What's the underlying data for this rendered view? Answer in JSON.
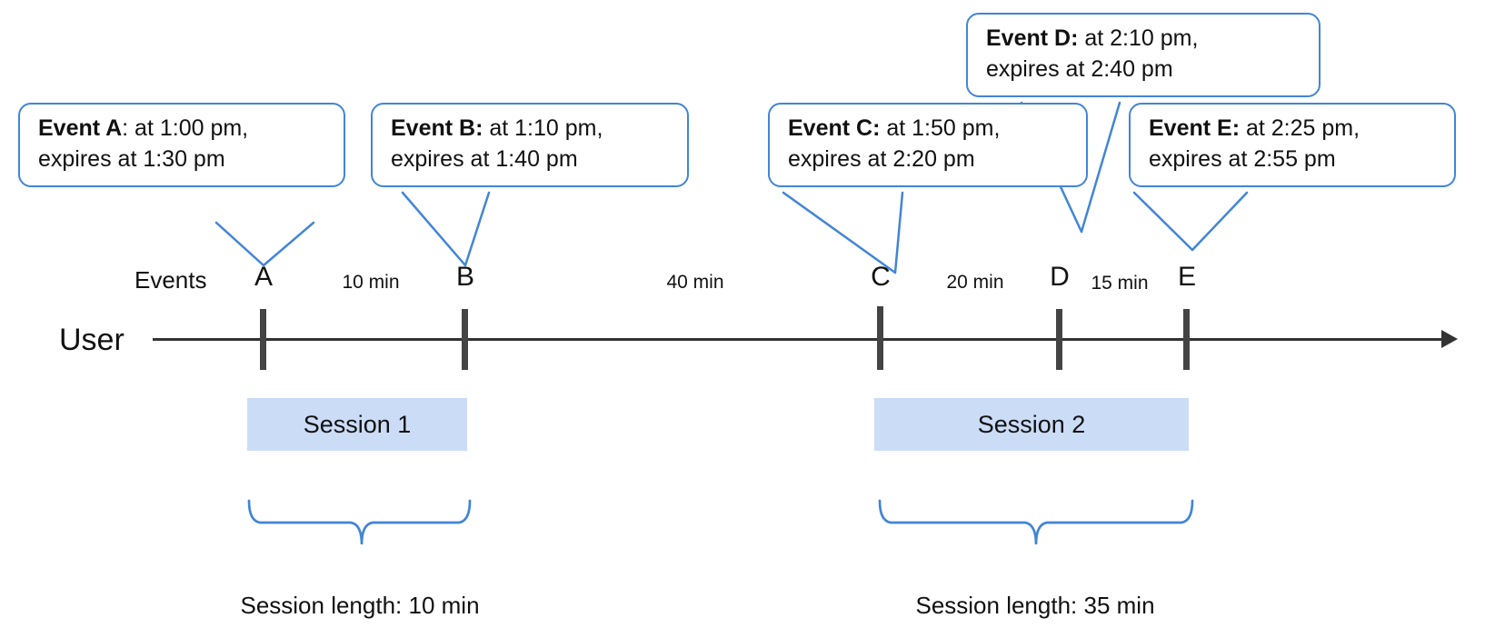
{
  "diagram": {
    "title_row_label": "User",
    "events_row_label": "Events",
    "callouts": [
      {
        "id": "A",
        "bold": "Event A",
        "sep": ":",
        "rest": " at 1:00 pm,",
        "line2": "expires at 1:30 pm"
      },
      {
        "id": "B",
        "bold": "Event B:",
        "sep": "",
        "rest": " at 1:10 pm,",
        "line2": "expires at 1:40 pm"
      },
      {
        "id": "C",
        "bold": "Event C:",
        "sep": "",
        "rest": " at 1:50 pm,",
        "line2": "expires at 2:20 pm"
      },
      {
        "id": "D",
        "bold": "Event D:",
        "sep": "",
        "rest": " at 2:10 pm,",
        "line2": "expires at 2:40 pm"
      },
      {
        "id": "E",
        "bold": "Event E:",
        "sep": "",
        "rest": " at 2:25 pm,",
        "line2": "expires at 2:55 pm"
      }
    ],
    "events": [
      {
        "letter": "A",
        "time": "1:00 pm",
        "expires": "1:30 pm"
      },
      {
        "letter": "B",
        "time": "1:10 pm",
        "expires": "1:40 pm"
      },
      {
        "letter": "C",
        "time": "1:50 pm",
        "expires": "2:20 pm"
      },
      {
        "letter": "D",
        "time": "2:10 pm",
        "expires": "2:40 pm"
      },
      {
        "letter": "E",
        "time": "2:25 pm",
        "expires": "2:55 pm"
      }
    ],
    "gaps": [
      {
        "from": "A",
        "to": "B",
        "label": "10 min"
      },
      {
        "from": "B",
        "to": "C",
        "label": "40 min"
      },
      {
        "from": "C",
        "to": "D",
        "label": "20 min"
      },
      {
        "from": "D",
        "to": "E",
        "label": "15 min"
      }
    ],
    "sessions": [
      {
        "label": "Session 1",
        "caption": "Session length: 10 min"
      },
      {
        "label": "Session 2",
        "caption": "Session length: 35 min"
      }
    ],
    "colors": {
      "callout_border": "#4285d6",
      "session_fill": "#cbdcf7",
      "axis": "#333333",
      "brace": "#4285d6"
    }
  }
}
